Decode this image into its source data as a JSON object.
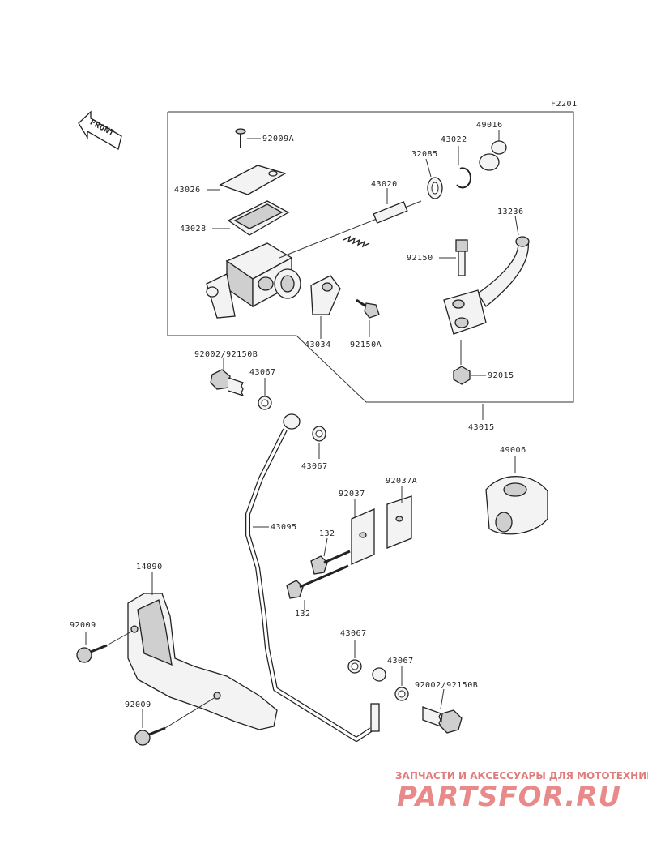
{
  "diagram": {
    "ref_code": "F2201",
    "front_label": "FRONT",
    "part_numbers": {
      "p92009A": "92009A",
      "p43026": "43026",
      "p43028": "43028",
      "p43020": "43020",
      "p32085": "32085",
      "p43022": "43022",
      "p49016": "49016",
      "p13236": "13236",
      "p92150": "92150",
      "p43034": "43034",
      "p92150A": "92150A",
      "p92015": "92015",
      "p43015": "43015",
      "p92002_top": "92002/92150B",
      "p43067_a": "43067",
      "p43067_b": "43067",
      "p49006": "49006",
      "p92037A": "92037A",
      "p92037": "92037",
      "p43095": "43095",
      "p132_a": "132",
      "p132_b": "132",
      "p14090": "14090",
      "p92009_a": "92009",
      "p92009_b": "92009",
      "p43067_c": "43067",
      "p43067_d": "43067",
      "p92002_bottom": "92002/92150B"
    }
  },
  "watermark": {
    "line1": "ЗАПЧАСТИ И АКСЕССУАРЫ ДЛЯ МОТОТЕХНИКИ",
    "line2": "PARTSFOR.RU"
  }
}
